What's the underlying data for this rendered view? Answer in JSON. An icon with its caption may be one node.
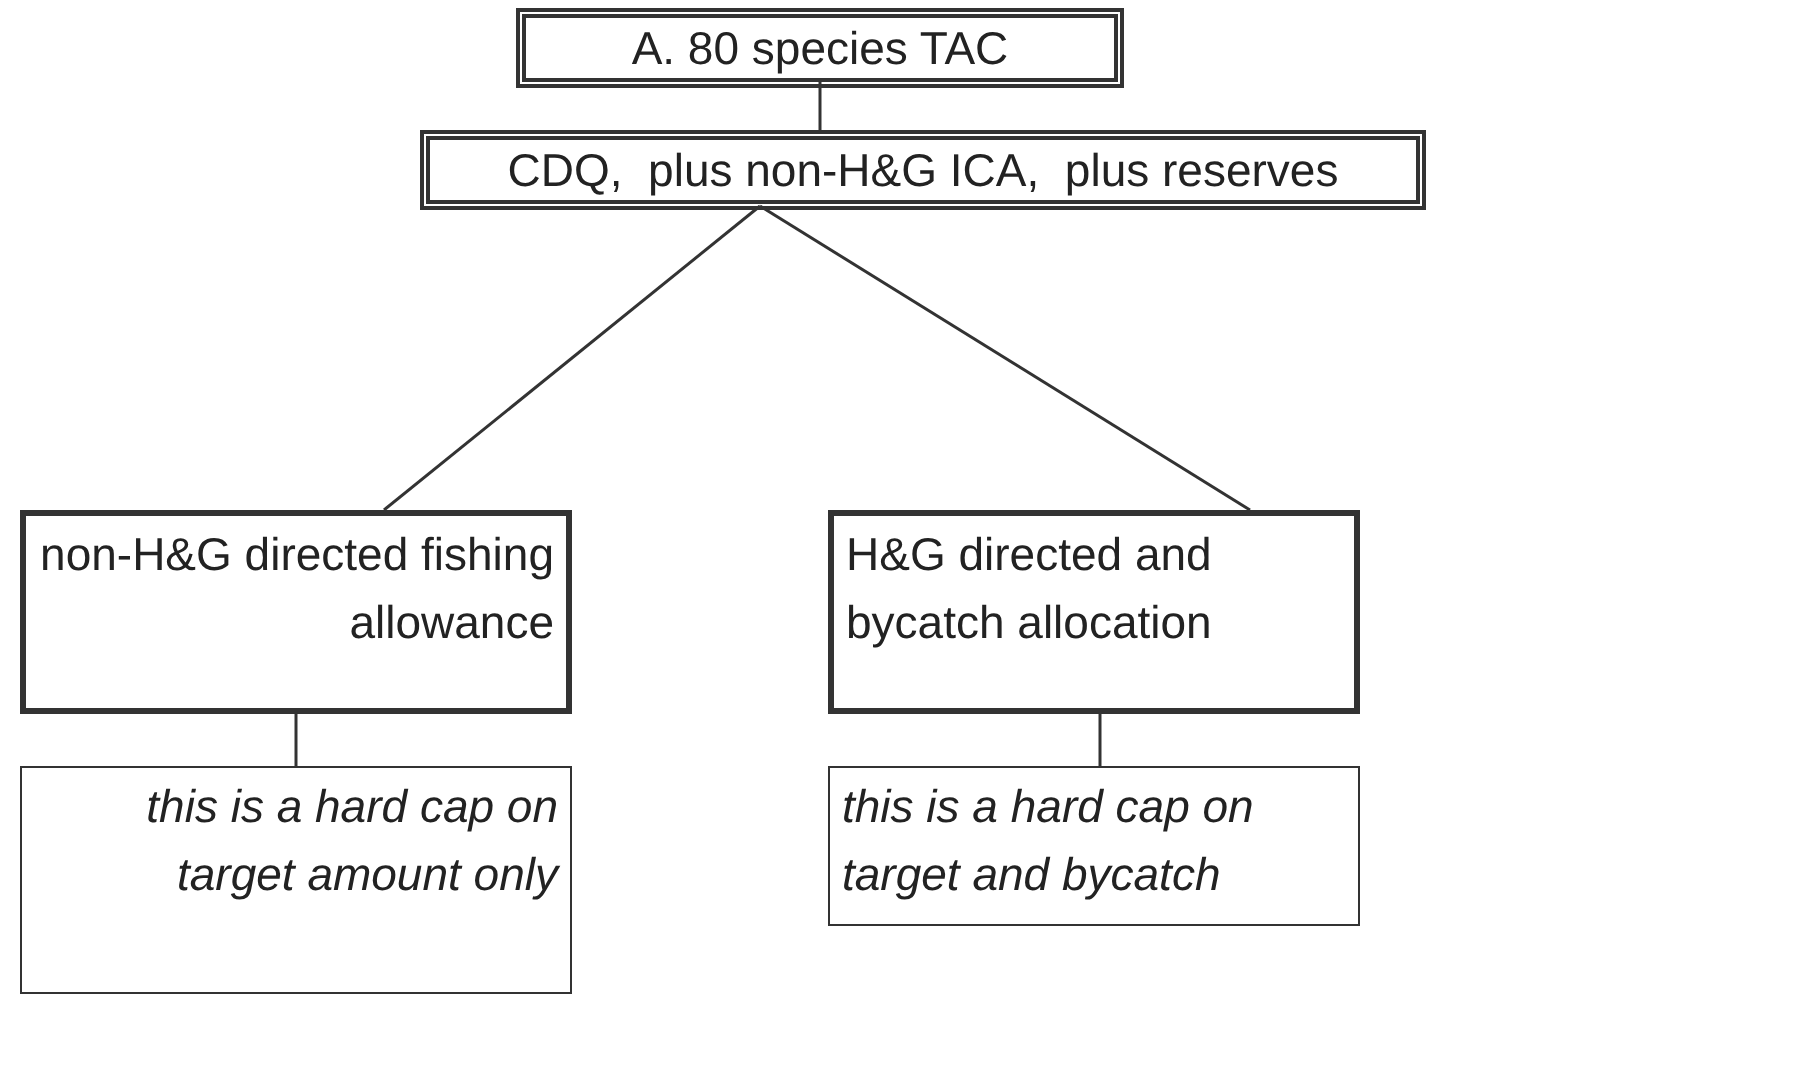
{
  "diagram": {
    "nodes": [
      {
        "text": [
          "A. 80 species TAC"
        ]
      },
      {
        "text": [
          "CDQ,  plus non-H&G ICA,  plus reserves"
        ]
      },
      {
        "text": [
          "non-H&G directed fishing allowance"
        ]
      },
      {
        "text": [
          "H&G directed and bycatch allocation"
        ]
      },
      {
        "text": [
          "this is a hard cap on target amount only"
        ]
      },
      {
        "text": [
          "this is a hard cap on target and bycatch"
        ]
      }
    ],
    "edges": [
      {
        "from": 0,
        "to": 1,
        "arrow": "none"
      },
      {
        "from": 1,
        "to": 2,
        "arrow": "none"
      },
      {
        "from": 1,
        "to": 3,
        "arrow": "none"
      },
      {
        "from": 2,
        "to": 4,
        "arrow": "none"
      },
      {
        "from": 3,
        "to": 5,
        "arrow": "none"
      }
    ]
  }
}
